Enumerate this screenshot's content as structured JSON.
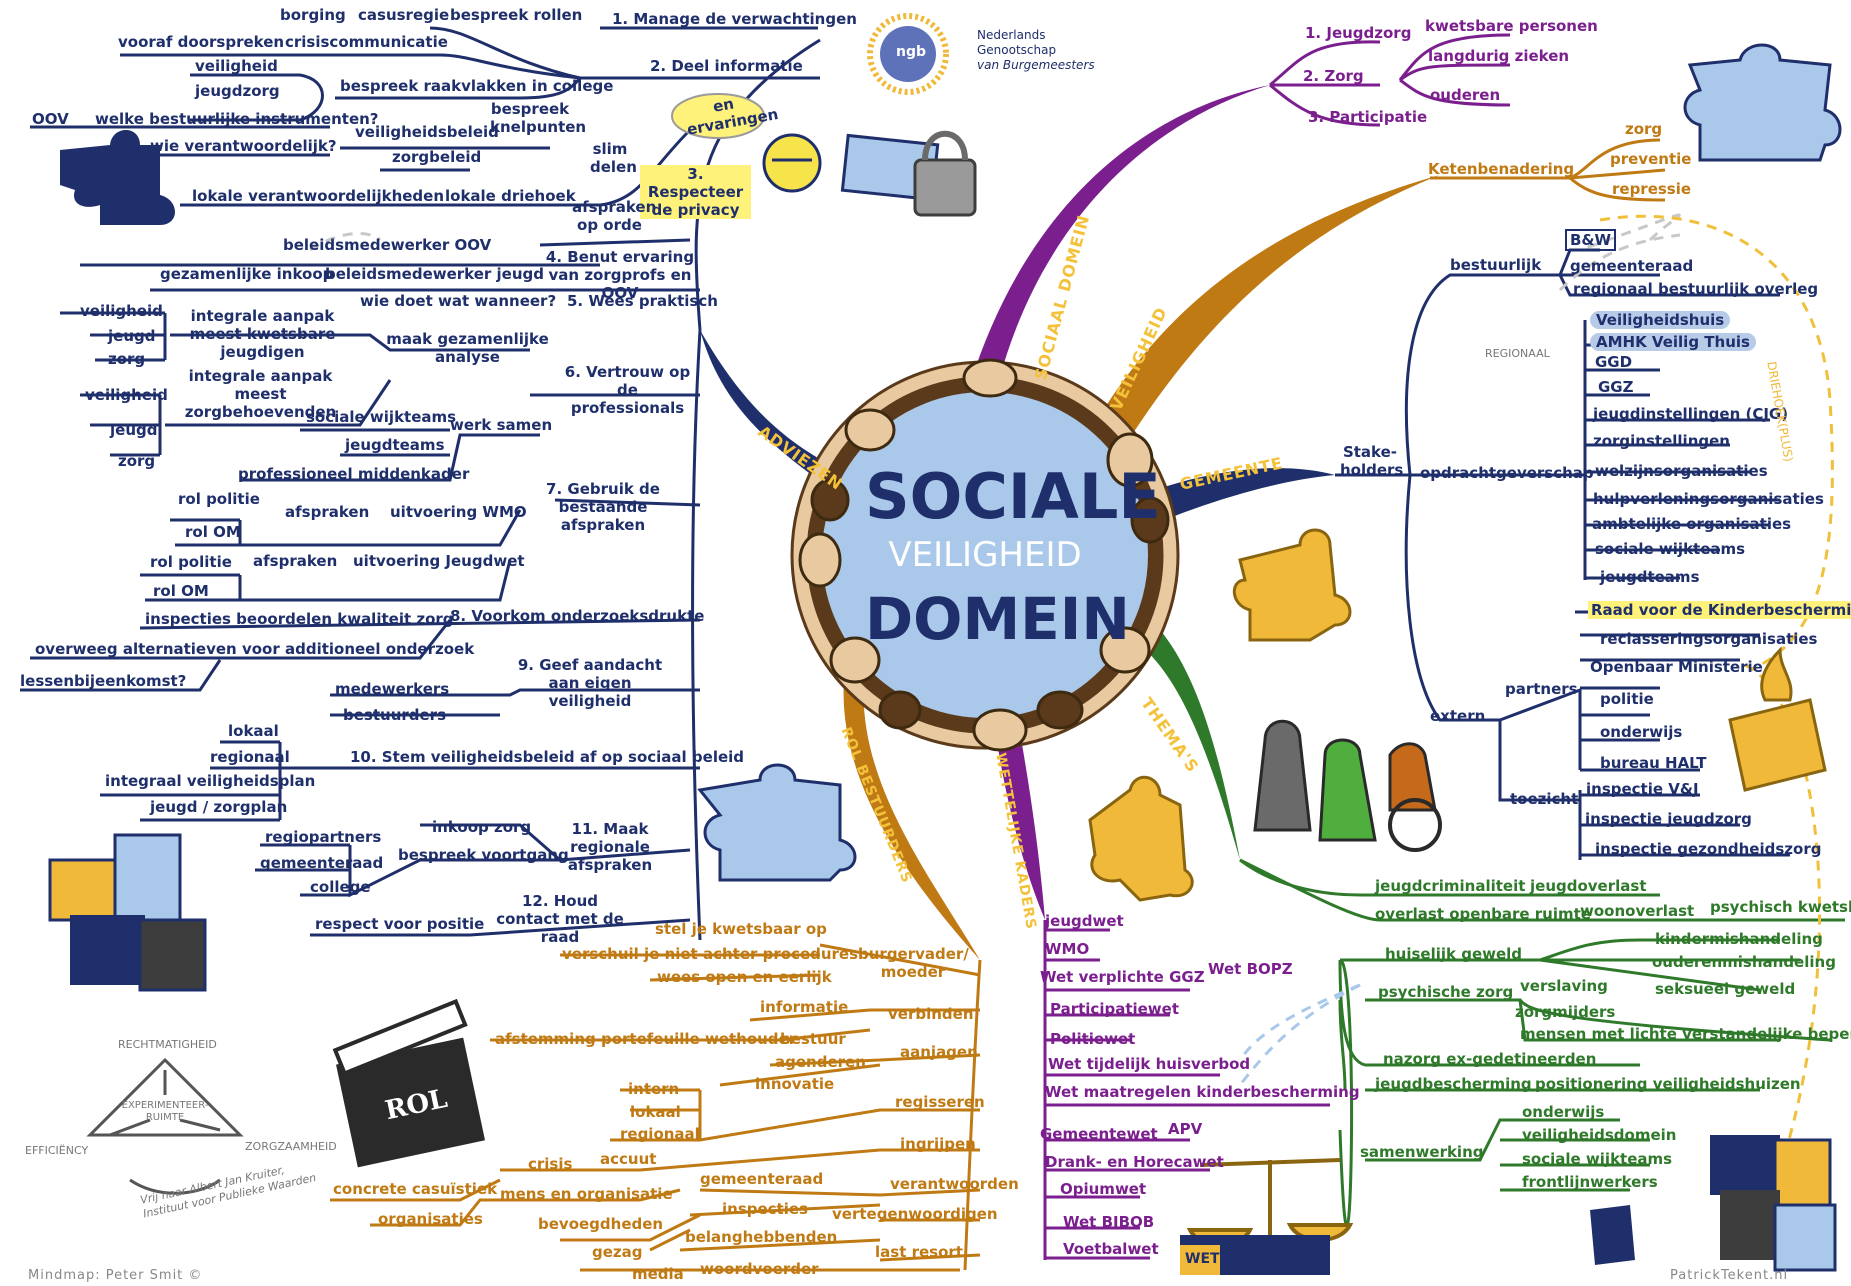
{
  "logo": {
    "mark": "ngb",
    "lines": [
      "Nederlands",
      "Genootschap",
      "van Burgemeesters"
    ]
  },
  "center": {
    "line1": "SOCIALE",
    "line2": "VEILIGHEID",
    "line3": "DOMEIN"
  },
  "branches": {
    "adviezen": "ADVIEZEN",
    "sociaal_domein": "SOCIAAL DOMEIN",
    "veiligheid": "VEILIGHEID",
    "gemeente": "GEMEENTE",
    "themas": "THEMA'S",
    "wettelijke_kaders": "WETTELIJKE KADERS",
    "rol_bestuurders": "ROL BESTUURDERS"
  },
  "adviezen": {
    "a1": "1. Manage de verwachtingen",
    "a2": "2. Deel informatie",
    "a3": "3. Respecteer de privacy",
    "a4": "4. Benut ervaring van zorgprofs en OOV",
    "a5": "5. Wees praktisch",
    "a6": "6. Vertrouw op de professionals",
    "a7": "7. Gebruik de bestaande afspraken",
    "a8": "8. Voorkom onderzoeksdrukte",
    "a9": "9. Geef aandacht aan eigen veiligheid",
    "a10": "10. Stem veiligheidsbeleid af op sociaal beleid",
    "a11": "11. Maak regionale afspraken",
    "a12": "12. Houd contact met de raad",
    "borging": "borging",
    "casusregie": "casusregie",
    "bespreek_rollen": "bespreek rollen",
    "vooraf_doorspreken": "vooraf doorspreken",
    "crisiscommunicatie": "crisiscommunicatie",
    "veiligheid": "veiligheid",
    "jeugdzorg": "jeugdzorg",
    "bespreek_raakvlakken": "bespreek raakvlakken in college",
    "oov": "OOV",
    "welke_instrumenten": "welke bestuurlijke instrumenten?",
    "veiligheidsbeleid": "veiligheidsbeleid",
    "bespreek_knelpunten": "bespreek knelpunten",
    "wie_verantwoordelijk": "wie verantwoordelijk?",
    "zorgbeleid": "zorgbeleid",
    "lokale_verantw": "lokale verantwoordelijkheden",
    "lokale_driehoek": "lokale driehoek",
    "slim_delen": "slim delen",
    "afspraken_op_orde": "afspraken op orde",
    "en_ervaringen": "en ervaringen",
    "beleidsmedewerker_oov": "beleidsmedewerker OOV",
    "gezamenlijke_inkoop": "gezamenlijke inkoop",
    "beleidsmedewerker_jeugd": "beleidsmedewerker jeugd",
    "wie_doet_wat": "wie doet wat wanneer?",
    "veiligheid2": "veiligheid",
    "jeugd": "jeugd",
    "zorg": "zorg",
    "integrale_kwetsbare": "integrale aanpak meest kwetsbare jeugdigen",
    "maak_analyse": "maak gezamenlijke analyse",
    "integrale_zorg": "integrale aanpak meest zorgbehoevenden",
    "veiligheid3": "veiligheid",
    "jeugd3": "jeugd",
    "zorg3": "zorg",
    "sociale_wijkteams": "sociale wijkteams",
    "werk_samen": "werk samen",
    "jeugdteams": "jeugdteams",
    "professioneel_middenkader": "professioneel middenkader",
    "rol_politie": "rol politie",
    "rol_om": "rol OM",
    "afspraken_wmo": "afspraken",
    "uitvoering_wmo": "uitvoering WMO",
    "rol_politie2": "rol politie",
    "rol_om2": "rol OM",
    "afspraken_jw": "afspraken",
    "uitvoering_jw": "uitvoering Jeugdwet",
    "inspecties_beoordelen": "inspecties beoordelen kwaliteit zorg",
    "overweeg_alternatieven": "overweeg alternatieven voor additioneel onderzoek",
    "lessenbijeenkomst": "lessenbijeenkomst?",
    "medewerkers": "medewerkers",
    "bestuurders": "bestuurders",
    "lokaal": "lokaal",
    "regionaal": "regionaal",
    "integraal_veiligheidsplan": "integraal veiligheidsplan",
    "jeugd_zorgplan": "jeugd / zorgplan",
    "regiopartners": "regiopartners",
    "inkoop_zorg": "inkoop zorg",
    "gemeenteraad": "gemeenteraad",
    "bespreek_voortgang": "bespreek voortgang",
    "college": "college",
    "respect_positie": "respect voor positie"
  },
  "sociaal": {
    "jeugdzorg": "1. Jeugdzorg",
    "zorg": "2. Zorg",
    "participatie": "3. Participatie",
    "kwetsbare": "kwetsbare personen",
    "langdurig": "langdurig zieken",
    "ouderen": "ouderen"
  },
  "veiligheid": {
    "keten": "Ketenbenadering",
    "zorg": "zorg",
    "preventie": "preventie",
    "repressie": "repressie"
  },
  "gemeente": {
    "stakeholders": "Stake- holders",
    "bestuurlijk": "bestuurlijk",
    "bw": "B&W",
    "gemeenteraad": "gemeenteraad",
    "regionaal_overleg": "regionaal bestuurlijk overleg",
    "regionaal_tag": "REGIONAAL",
    "veiligheidshuis": "Veiligheidshuis",
    "amhk": "AMHK Veilig Thuis",
    "ggd": "GGD",
    "ggz": "GGZ",
    "opdrachtgeverschap": "opdrachtgeverschap",
    "jeugdinstellingen": "jeugdinstellingen (CJG)",
    "zorginstellingen": "zorginstellingen",
    "welzijn": "welzijnsorganisaties",
    "hulpverlening": "hulpverleningsorganisaties",
    "ambtelijke": "ambtelijke organisaties",
    "wijkteams": "sociale wijkteams",
    "jeugdteams": "jeugdteams",
    "raad_kinder": "Raad voor de Kinderbescherming",
    "reclassering": "reclasseringsorganisaties",
    "om": "Openbaar Ministerie",
    "extern": "extern",
    "partners": "partners",
    "politie": "politie",
    "onderwijs": "onderwijs",
    "halt": "bureau HALT",
    "toezicht": "toezicht",
    "insp_vj": "inspectie V&J",
    "insp_jeugd": "inspectie jeugdzorg",
    "insp_gezond": "inspectie gezondheidszorg",
    "dwarsverband": "DRIEHOEK(PLUS)"
  },
  "themas": {
    "t1a": "jeugdcriminaliteit",
    "t1b": "jeugdoverlast",
    "t2a": "overlast openbare ruimte",
    "t2b": "woonoverlast",
    "t2c": "psychisch kwetsbaren",
    "huiselijk": "huiselijk geweld",
    "kindermis": "kindermishandeling",
    "oudermis": "ouderenmishandeling",
    "seksueel": "seksueel geweld",
    "psychische": "psychische zorg",
    "verslaving": "verslaving",
    "zorgmijders": "zorgmijders",
    "lvb": "mensen met lichte verstandelijke beperking",
    "nazorg": "nazorg ex-gedetineerden",
    "jeugdbescherming": "jeugdbescherming",
    "positionering": "positionering veiligheidshuizen",
    "samenwerking": "samenwerking",
    "onderwijs": "onderwijs",
    "veiligheidsdomein": "veiligheidsdomein",
    "wijkteams": "sociale wijkteams",
    "frontlijn": "frontlijnwerkers"
  },
  "wetten": {
    "w1": "jeugdwet",
    "w2": "WMO",
    "w3a": "Wet verplichte GGZ",
    "w3b": "Wet BOPZ",
    "w4": "Participatiewet",
    "w5": "Politiewet",
    "w6": "Wet tijdelijk huisverbod",
    "w7": "Wet maatregelen kinderbescherming",
    "w8a": "Gemeentewet",
    "w8b": "APV",
    "w9": "Drank- en Horecawet",
    "w10": "Opiumwet",
    "w11": "Wet BIBOB",
    "w12": "Voetbalwet"
  },
  "rol": {
    "stel": "stel je kwetsbaar op",
    "verschuil": "verschuil je niet achter procedures",
    "wees_open": "wees open en eerlijk",
    "burgervader": "burgervader/ moeder",
    "informatie": "informatie",
    "verbinden": "verbinden",
    "afstemming": "afstemming portefeuille wethouder",
    "bestuur": "bestuur",
    "aanjagen": "aanjagen",
    "agenderen": "agenderen",
    "innovatie": "innovatie",
    "intern": "intern",
    "lokaal": "lokaal",
    "regionaal": "regionaal",
    "regisseren": "regisseren",
    "ingrijpen": "ingrijpen",
    "crisis": "crisis",
    "accuut": "accuut",
    "concrete": "concrete casuïstiek",
    "mens_org": "mens en organisatie",
    "organisaties": "organisaties",
    "gemeenteraad": "gemeenteraad",
    "verantwoorden": "verantwoorden",
    "inspecties": "inspecties",
    "bevoegdheden": "bevoegdheden",
    "vertegenwoordigen": "vertegenwoordigen",
    "belanghebbenden": "belanghebbenden",
    "gezag": "gezag",
    "last_resort": "last resort",
    "media": "media",
    "woordvoerder": "woordvoerder"
  },
  "triangle": {
    "top": "RECHTMATIGHEID",
    "center": "EXPERIMENTEER- RUIMTE",
    "left": "EFFICIËNCY",
    "right": "ZORGZAAMHEID",
    "credit": "Vrij naar Albert Jan Kruiter, Instituut voor Publieke Waarden"
  },
  "clapper": "ROL",
  "book_label": "WET",
  "footer": {
    "left": "Mindmap: Peter Smit ©",
    "right": "PatrickTekent.nl"
  },
  "colors": {
    "navy": "#1f2f6b",
    "purple": "#7b1f8e",
    "orange": "#c07a14",
    "green": "#2f7a2a",
    "center_fill": "#a9c8ea",
    "highlight": "#fff27a",
    "puzzle_blue": "#a9c8ea",
    "puzzle_gold": "#f0b93a",
    "puzzle_navy": "#1f2f6b",
    "puzzle_grey": "#3d3d3d"
  }
}
